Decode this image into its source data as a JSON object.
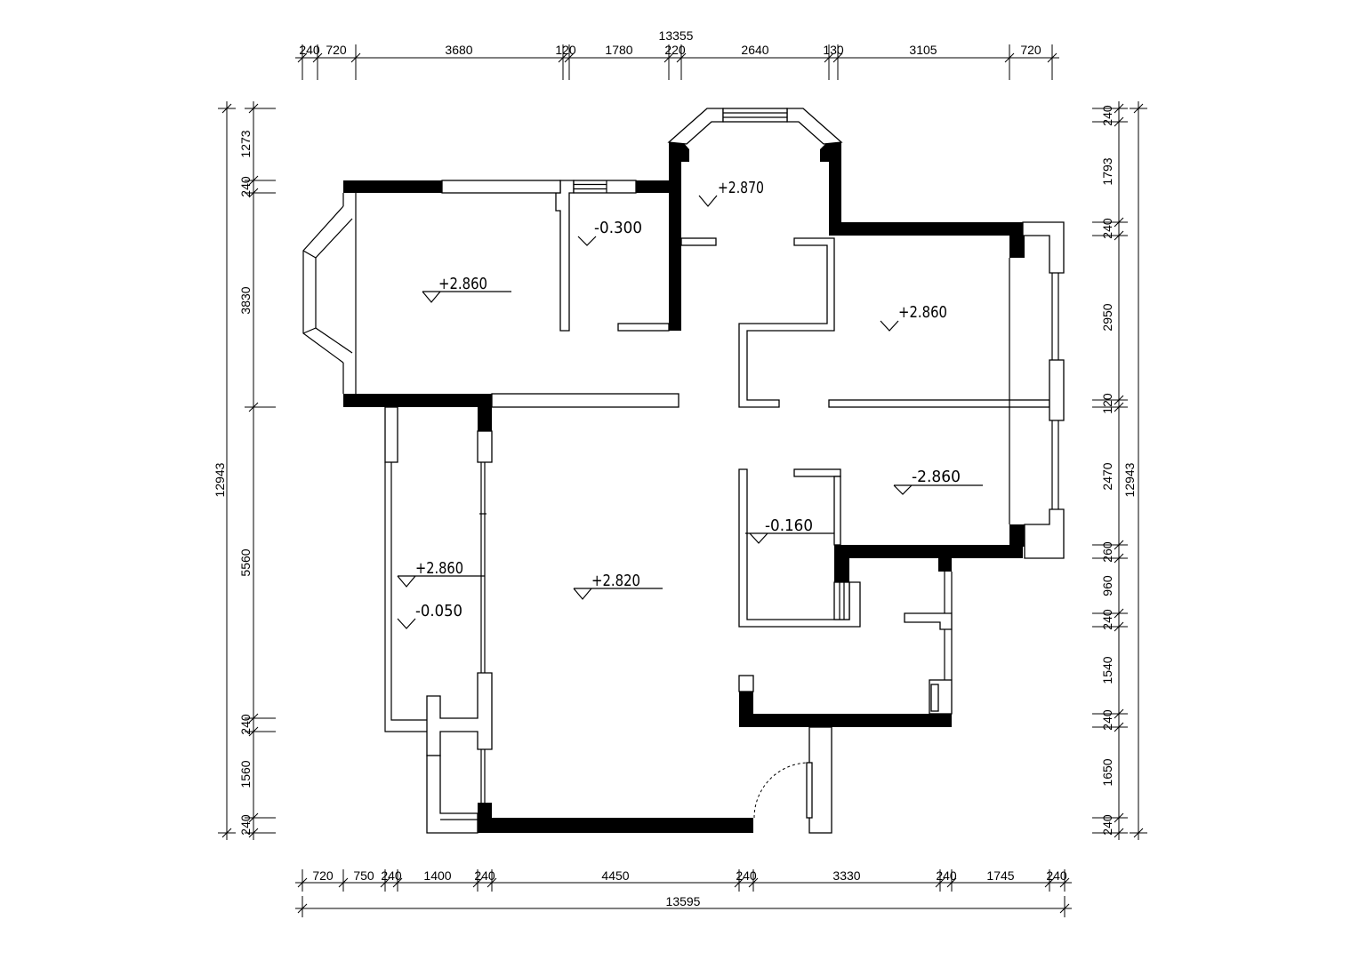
{
  "dimensions": {
    "top_total": "13355",
    "top": [
      "240",
      "720",
      "3680",
      "120",
      "1780",
      "220",
      "2640",
      "130",
      "3105",
      "720"
    ],
    "bottom": [
      "720",
      "750",
      "240",
      "1400",
      "240",
      "4450",
      "240",
      "3330",
      "240",
      "1745",
      "240"
    ],
    "bottom_total": "13595",
    "left_total": "12943",
    "left": [
      "1273",
      "240",
      "3830",
      "5560",
      "240",
      "1560",
      "240"
    ],
    "right": [
      "240",
      "1793",
      "240",
      "2950",
      "120",
      "2470",
      "260",
      "960",
      "240",
      "1540",
      "240",
      "1650",
      "240"
    ],
    "right_total": "12943"
  },
  "elevations": [
    "+2.870",
    "-0.300",
    "+2.860",
    "+2.860",
    "-2.860",
    "-0.160",
    "+2.860",
    "+2.820",
    "-0.050"
  ],
  "colors": {
    "wall": "#000000",
    "background": "#ffffff"
  }
}
